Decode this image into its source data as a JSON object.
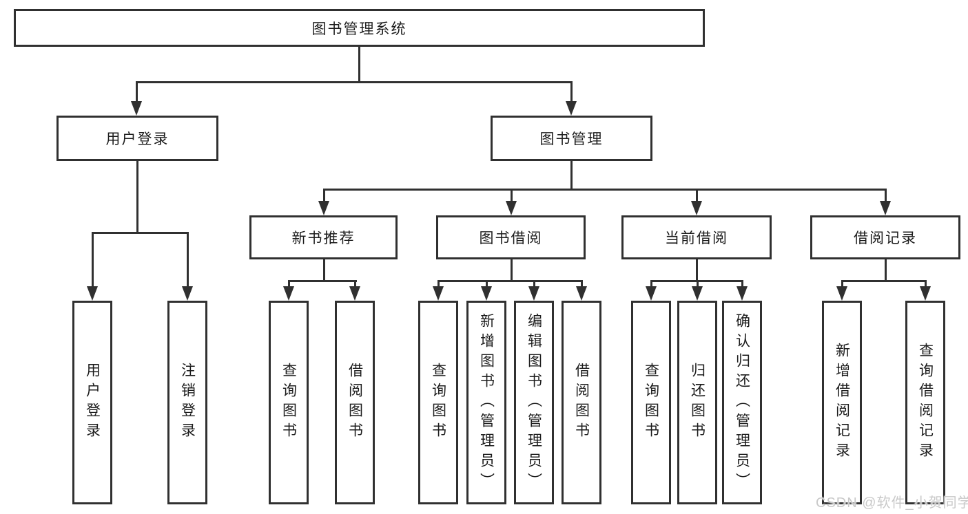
{
  "diagram": {
    "root": {
      "label": "图书管理系统"
    },
    "level1": [
      {
        "label": "用户登录"
      },
      {
        "label": "图书管理"
      }
    ],
    "level2": [
      {
        "label": "新书推荐"
      },
      {
        "label": "图书借阅"
      },
      {
        "label": "当前借阅"
      },
      {
        "label": "借阅记录"
      }
    ],
    "level3": [
      {
        "label": "用户登录"
      },
      {
        "label": "注销登录"
      },
      {
        "label": "查询图书"
      },
      {
        "label": "借阅图书"
      },
      {
        "label": "查询图书"
      },
      {
        "label": "新增图书（管理员）"
      },
      {
        "label": "编辑图书（管理员）"
      },
      {
        "label": "借阅图书"
      },
      {
        "label": "查询图书"
      },
      {
        "label": "归还图书"
      },
      {
        "label": "确认归还（管理员）"
      },
      {
        "label": "新增借阅记录"
      },
      {
        "label": "查询借阅记录"
      }
    ]
  },
  "watermark": {
    "text": "CSDN @软件_小贺同学"
  },
  "colors": {
    "line": "#303030",
    "text": "#1c1c1c",
    "watermark": "#c9c9c9",
    "background": "#ffffff"
  }
}
